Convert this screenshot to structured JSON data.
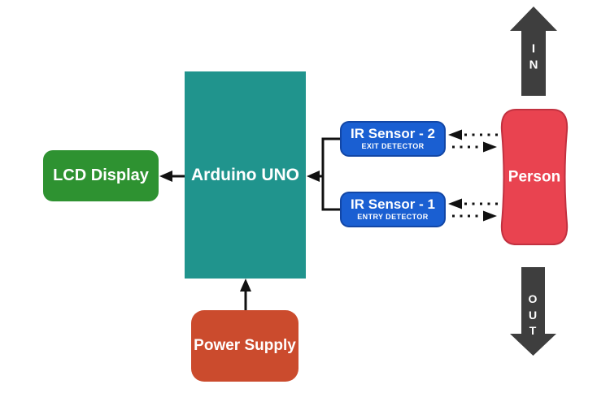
{
  "colors": {
    "lcd_green": "#2E9231",
    "arduino_teal": "#20948D",
    "power_orange": "#CB4B2D",
    "sensor_blue": "#1A5FD2",
    "person_red": "#E94350",
    "person_red_border": "#C23140",
    "flow_gray": "#3E3E3E",
    "connector_black": "#111111"
  },
  "nodes": {
    "lcd_display": {
      "label": "LCD Display",
      "color": "#2E9231"
    },
    "arduino": {
      "label": "Arduino UNO",
      "color": "#20948D"
    },
    "power_supply": {
      "label": "Power Supply",
      "color": "#CB4B2D"
    },
    "ir_sensor_2": {
      "label": "IR Sensor - 2",
      "sublabel": "EXIT DETECTOR",
      "color": "#1A5FD2"
    },
    "ir_sensor_1": {
      "label": "IR Sensor - 1",
      "sublabel": "ENTRY DETECTOR",
      "color": "#1A5FD2"
    },
    "person": {
      "label": "Person",
      "color": "#E94350"
    }
  },
  "flow": {
    "in": {
      "label": "IN",
      "letters": [
        "I",
        "N"
      ],
      "direction": "up",
      "color": "#3E3E3E"
    },
    "out": {
      "label": "OUT",
      "letters": [
        "O",
        "U",
        "T"
      ],
      "direction": "down",
      "color": "#3E3E3E"
    }
  },
  "connections": [
    {
      "from": "arduino",
      "to": "lcd_display",
      "style": "solid-arrow"
    },
    {
      "from": "power_supply",
      "to": "arduino",
      "style": "solid-arrow"
    },
    {
      "from": "ir_sensor_2",
      "to": "arduino",
      "style": "solid-arrow-bracket"
    },
    {
      "from": "ir_sensor_1",
      "to": "arduino",
      "style": "solid-arrow-bracket"
    },
    {
      "from": "person",
      "to": "ir_sensor_2",
      "style": "dotted-arrow"
    },
    {
      "from": "ir_sensor_2",
      "to": "person",
      "style": "dotted-arrow"
    },
    {
      "from": "person",
      "to": "ir_sensor_1",
      "style": "dotted-arrow"
    },
    {
      "from": "ir_sensor_1",
      "to": "person",
      "style": "dotted-arrow"
    }
  ]
}
